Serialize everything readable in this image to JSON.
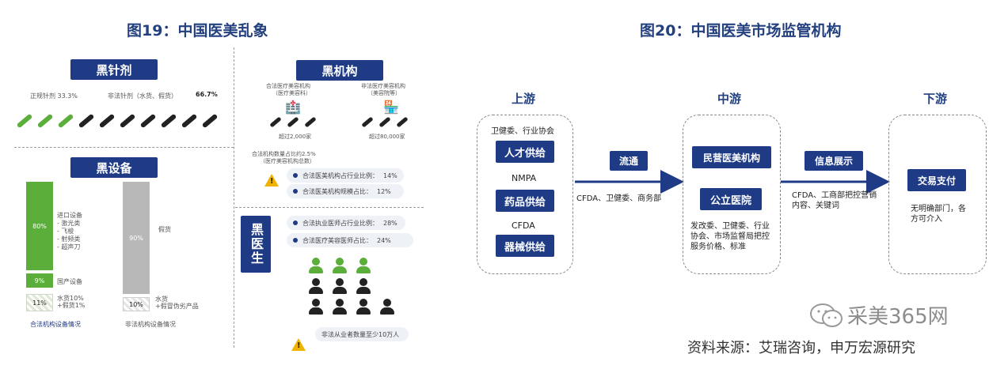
{
  "fig19": {
    "title": "图19：中国医美乱象",
    "needle": {
      "label": "黑针剂",
      "legal": "正规针剂 33.3%",
      "illegal": "非法针剂（水货、假货）",
      "illegal_pct": "66.7%"
    },
    "equipment": {
      "label": "黑设备",
      "bar1_top_pct": "80%",
      "bar1_top_note": "进口设备\n- 激光类\n- 飞梭\n- 射频类\n- 超声刀",
      "bar1_mid_pct": "9%",
      "bar1_mid_note": "国产设备",
      "bar1_bot_pct": "11%",
      "bar1_bot_note": "水货10%\n+假货1%",
      "bar1_caption": "合法机构设备情况",
      "bar2_top_pct": "90%",
      "bar2_top_note": "假货",
      "bar2_bot_pct": "10%",
      "bar2_bot_note": "水货\n+假冒伪劣产品",
      "bar2_caption": "非法机构设备情况"
    },
    "institution": {
      "label": "黑机构",
      "left_caption": "合法医疗美容机构",
      "left_sub": "（医疗美容科）",
      "left_count": "超过2,000家",
      "right_caption": "非法医疗美容机构",
      "right_sub": "（美容院等）",
      "right_count": "超过80,000家",
      "ratio_note": "合法机构数量占比约2.5%",
      "ratio_sub": "（医疗美容机构总数）",
      "stat1": "合法医美机构占行业比例：",
      "stat1_val": "14%",
      "stat2": "合法医美机构规模占比：",
      "stat2_val": "12%"
    },
    "doctor": {
      "label": "黑医生",
      "stat1": "合法执业医师占行业比例：",
      "stat1_val": "28%",
      "stat2": "合法医疗美容医师占比：",
      "stat2_val": "24%",
      "warning": "非法从业者数量至少10万人"
    }
  },
  "fig20": {
    "title": "图20：中国医美市场监管机构",
    "upstream": {
      "header": "上游",
      "top_note": "卫健委、行业协会",
      "box1": "人才供给",
      "mid1": "NMPA",
      "box2": "药品供给",
      "mid2": "CFDA",
      "box3": "器械供给"
    },
    "arrow1": {
      "label": "流通",
      "note": "CFDA、卫健委、商务部"
    },
    "midstream": {
      "header": "中游",
      "box1": "民营医美机构",
      "box2": "公立医院",
      "note": "发改委、卫健委、行业协会、市场监督局把控服务价格、标准"
    },
    "arrow2": {
      "label": "信息展示",
      "note": "CFDA、工商部把控营销内容、关键词"
    },
    "downstream": {
      "header": "下游",
      "box1": "交易支付",
      "note": "无明确部门，各方可介入"
    },
    "watermark": "采美365网",
    "source": "资料来源：艾瑞咨询，申万宏源研究"
  },
  "colors": {
    "navy": "#1f3b86",
    "green": "#5cae3b",
    "gray": "#b8b8b8",
    "amber": "#f0b400"
  }
}
